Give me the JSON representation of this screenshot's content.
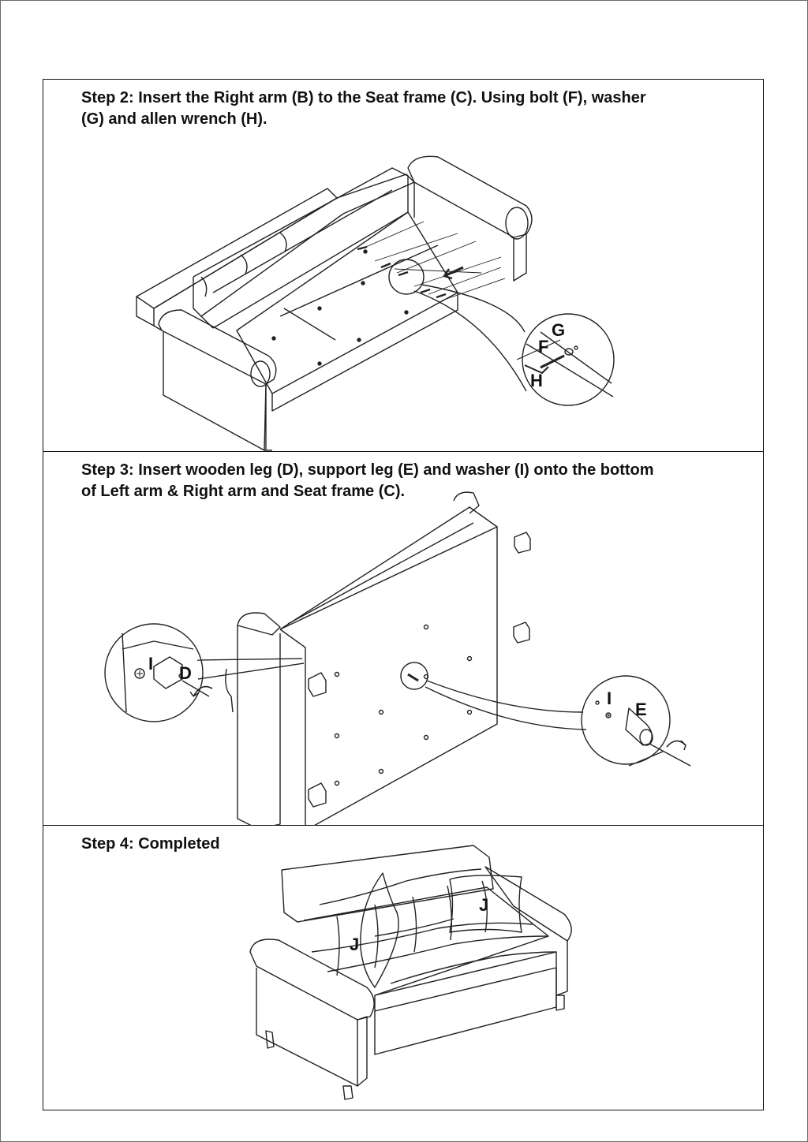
{
  "steps": [
    {
      "text": "Step 2: Insert the Right arm (B) to the Seat frame (C). Using bolt (F), washer\n(G) and allen wrench (H).",
      "labels": {
        "g": "G",
        "f": "F",
        "h": "H"
      }
    },
    {
      "text": "Step 3: Insert wooden leg (D), support leg (E) and washer (I) onto the bottom\nof Left arm & Right arm and Seat frame  (C).",
      "labels": {
        "i_left": "I",
        "d": "D",
        "i_right": "I",
        "e": "E"
      }
    },
    {
      "text": "Step 4: Completed",
      "labels": {
        "j_back": "J",
        "j_front": "J"
      }
    }
  ]
}
